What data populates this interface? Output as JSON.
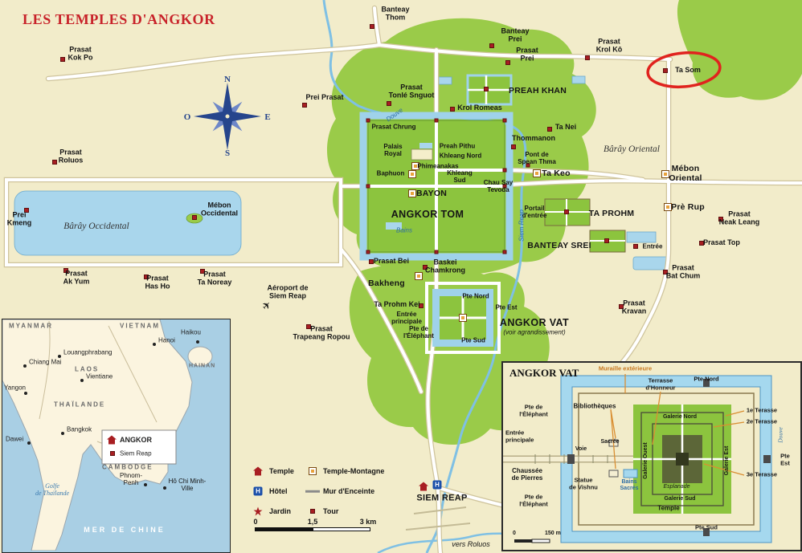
{
  "title": "LES TEMPLES D'ANGKOR",
  "compass": {
    "n": "N",
    "o": "O",
    "e": "E",
    "s": "S"
  },
  "icons": {
    "plane": "✈",
    "hotel_letter": "H"
  },
  "annotation": {
    "highlighted_site": "Ta Som"
  },
  "main": {
    "sites": {
      "prasat_kok_po": "Prasat\nKok Po",
      "banteay_thom": "Banteay\nThom",
      "banteay_prei": "Banteay\nPrei",
      "prasat_prei": "Prasat\nPrei",
      "prasat_krol_ko": "Prasat\nKrol Kô",
      "ta_som": "Ta Som",
      "preah_khan": "PREAH KHAN",
      "prei_prasat": "Prei Prasat",
      "prasat_tonle_snguot": "Prasat\nTonlé Snguot",
      "krol_romeas": "Krol Romeas",
      "ta_nei": "Ta Nei",
      "thommanon": "Thommanon",
      "prasat_chrung": "Prasat Chrung",
      "palais_royal": "Palais\nRoyal",
      "preah_pithu": "Preah Pithu",
      "khleang_nord": "Khleang Nord",
      "phimeanakas": "Phimeanakas",
      "baphuon": "Baphuon",
      "khleang_sud": "Khleang\nSud",
      "bayon": "BAYON",
      "angkor_tom": "ANGKOR TOM",
      "bains": "Bains",
      "pont_spean_thma": "Pont de\nSpean Thma",
      "ta_keo": "Ta Keo",
      "chau_say_tevoda": "Chau Say\nTevoda",
      "mebon_oriental": "Mébon\nOriental",
      "portail_entree": "Portail\nd'entrée",
      "ta_prohm": "TA PROHM",
      "pre_rup": "Prè Rup",
      "prasat_neak_leang": "Prasat\nNeak Leang",
      "banteay_srei": "BANTEAY SREI",
      "entree": "Entrée",
      "prasat_top": "Prasat Top",
      "mebon_occidental": "Mébon\nOccidental",
      "prei_kmeng": "Prei\nKmeng",
      "prasat_roluos": "Prasat\nRoluos",
      "prasat_ak_yum": "Prasat\nAk Yum",
      "prasat_has_ho": "Prasat\nHas Ho",
      "prasat_ta_noreay": "Prasat\nTa Noreay",
      "aeroport": "Aéroport de\nSiem Reap",
      "prasat_bei": "Prasat Bei",
      "baskei_chamkrong": "Baskei\nChamkrong",
      "bakheng": "Bakheng",
      "ta_prohm_kei": "Ta Prohm Kei",
      "prasat_bat_chum": "Prasat\nBat Chum",
      "prasat_kravan": "Prasat\nKravan",
      "entree_principale": "Entrée\nprincipale",
      "pte_nord": "Pte Nord",
      "pte_est": "Pte Est",
      "pte_sud": "Pte Sud",
      "pte_elephant": "Pte de\nl'Éléphant",
      "angkor_vat": "ANGKOR VAT",
      "angkor_vat_note": "(voir agrandissement)",
      "prasat_trapeang_ropou": "Prasat\nTrapeang Ropou",
      "siem_reap_town": "SIEM REAP",
      "vers_roluos": "vers Roluos"
    },
    "water": {
      "baray_occidental": "Bârây Occidental",
      "baray_oriental": "Bârây Oriental",
      "douve": "Douve",
      "siem_reap_river": "Siem Reap"
    }
  },
  "legend": {
    "temple": "Temple",
    "hotel": "Hôtel",
    "jardin": "Jardin",
    "temple_montagne": "Temple-Montagne",
    "mur_enceinte": "Mur d'Enceinte",
    "tour": "Tour"
  },
  "scale_main": {
    "t0": "0",
    "t1": "1,5",
    "t2": "3 km"
  },
  "inset_asia": {
    "countries": {
      "myanmar": "MYANMAR",
      "vietnam": "VIETNAM",
      "laos": "LAOS",
      "thailande": "THAÏLANDE",
      "cambodge": "CAMBODGE"
    },
    "cities": {
      "hanoi": "Hanoi",
      "louangphrabang": "Louangphrabang",
      "chiang_mai": "Chiang Mai",
      "vientiane": "Vientiane",
      "yangon": "Yangon",
      "bangkok": "Bangkok",
      "dawei": "Dawei",
      "phnom_penh": "Phnom-\nPenh",
      "ho_chi_minh": "Hô Chi Minh-\nVille",
      "haikou": "Haikou"
    },
    "hainan": "HAINAN",
    "angkor": "ANGKOR",
    "siem_reap": "Siem Reap",
    "golfe": "Golfe\nde Thaïlande",
    "mer_de_chine": "MER DE CHINE"
  },
  "inset_vat": {
    "title": "ANGKOR VAT",
    "labels": {
      "muraille": "Muraille extérieure",
      "terrasse_honneur": "Terrasse\nd'Honneur",
      "bibliotheques": "Bibliothèques",
      "pte_nord": "Pte Nord",
      "terasse1": "1e Terasse",
      "terasse2": "2e Terasse",
      "terasse3": "3e Terasse",
      "galerie_nord": "Galerie Nord",
      "galerie_ouest": "Galerie Ouest",
      "galerie_est": "Galerie Est",
      "galerie_sud": "Galerie Sud",
      "esplanade": "Esplanade",
      "temple": "Temple",
      "bains_sacres": "Bains\nSacrés",
      "statue_vishnu": "Statue\nde Vishnu",
      "chaussee": "Chaussée\nde Pierres",
      "voie": "Voie",
      "sacree": "Sacrée",
      "entree_principale": "Entrée\nprincipale",
      "pte_elephant": "Pte de\nl'Éléphant",
      "pte_est": "Pte Est",
      "douve": "Douve",
      "pte_sud": "Pte Sud"
    },
    "scale": {
      "t0": "0",
      "t1": "150 m"
    }
  }
}
